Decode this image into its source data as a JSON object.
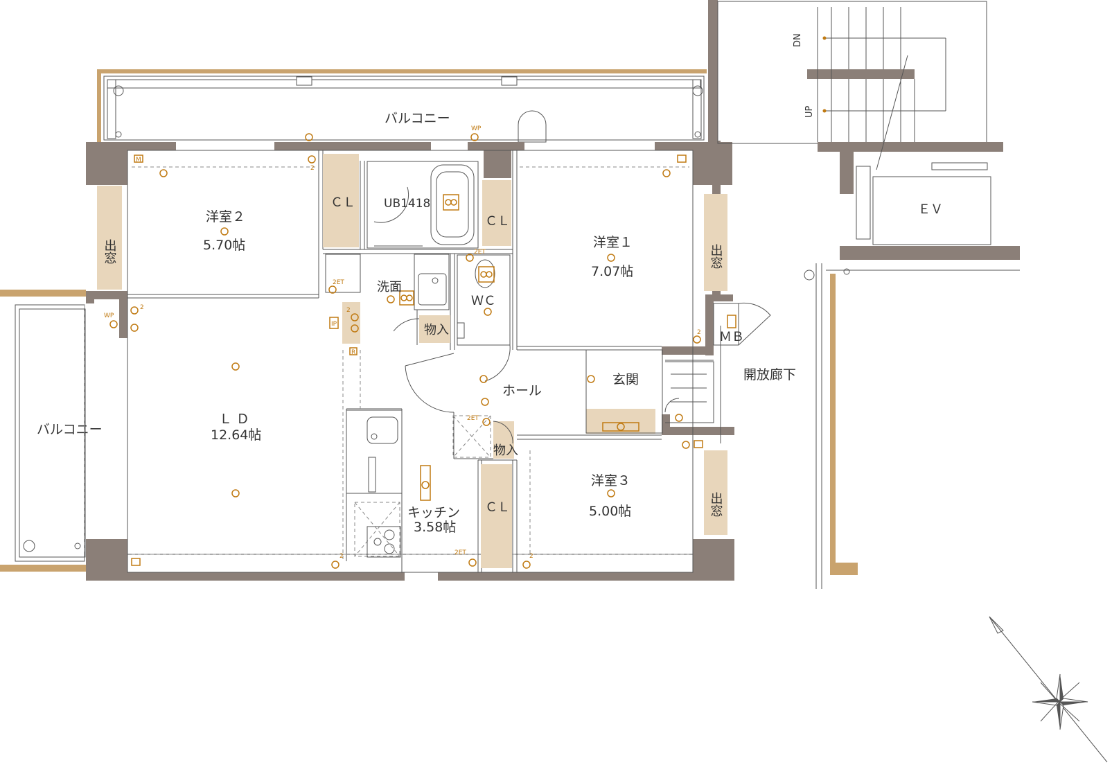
{
  "colors": {
    "wall": "#8b7f78",
    "storage": "#e8d6bb",
    "symbol": "#c07a12",
    "railing": "#c9a36e",
    "line": "#555555"
  },
  "rooms": {
    "balcony_top": "バルコニー",
    "balcony_left": "バルコニー",
    "western2": {
      "name": "洋室２",
      "size": "5.70帖"
    },
    "western1": {
      "name": "洋室１",
      "size": "7.07帖"
    },
    "western3": {
      "name": "洋室３",
      "size": "5.00帖"
    },
    "ld": {
      "name": "Ｌ Ｄ",
      "size": "12.64帖"
    },
    "kitchen": {
      "name": "キッチン",
      "size": "3.58帖"
    },
    "unit_bath": "UB1418",
    "washroom": "洗面",
    "wc": "ＷＣ",
    "storage1": "物入",
    "storage2": "物入",
    "hall": "ホール",
    "entrance": "玄関",
    "mb": "ＭＢ",
    "corridor": "開放廊下",
    "elevator": "ＥＶ",
    "closet_w2": "ＣＬ",
    "closet_w1": "ＣＬ",
    "closet_w3": "ＣＬ",
    "bay_window_left": "出窓",
    "bay_window_w1": "出窓",
    "bay_window_w3": "出窓"
  },
  "stairs": {
    "down": "DN",
    "up": "UP"
  },
  "symbols": {
    "wp_top": "WP",
    "wp_left": "WP",
    "outlet_2et_a": "2ET",
    "outlet_2et_b": "2ET",
    "outlet_2et_c": "2ET",
    "outlet_2et_d": "2ET",
    "outlet_2_a": "2",
    "outlet_2_b": "2",
    "outlet_2_c": "2",
    "outlet_2_d": "2",
    "outlet_2_e": "2",
    "outlet_2_f": "2",
    "meter_m": "M",
    "ip": "IP",
    "r": "R"
  },
  "icons": [
    "compass-rose-icon",
    "bathtub-icon",
    "toilet-icon",
    "sink-icon",
    "stove-icon",
    "washing-machine-pan-icon"
  ]
}
